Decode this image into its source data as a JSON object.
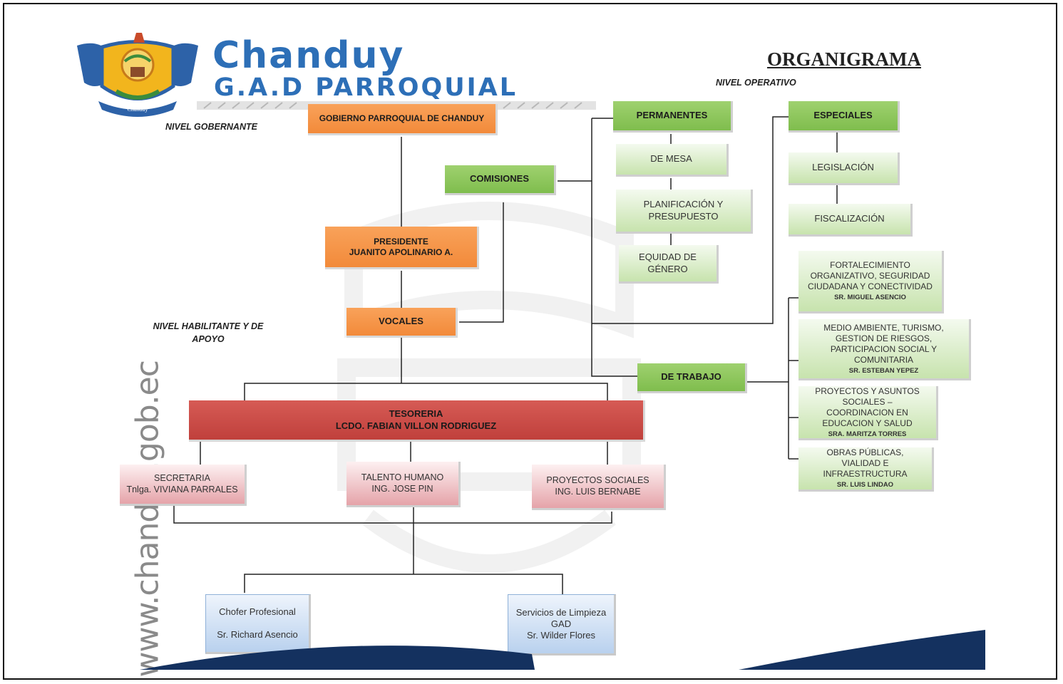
{
  "header": {
    "brand_line1": "Chanduy",
    "brand_line2": "G.A.D PARROQUIAL",
    "logo_ribbon": "Chanduy",
    "title": "ORGANIGRAMA"
  },
  "levels": {
    "gobernante": "NIVEL GOBERNANTE",
    "operativo": "NIVEL OPERATIVO",
    "habilitante": "NIVEL HABILITANTE Y DE APOYO"
  },
  "website": "www.chanduy.gob.ec",
  "nodes": {
    "gobierno": "GOBIERNO PARROQUIAL DE CHANDUY",
    "presidente_title": "PRESIDENTE",
    "presidente_name": "JUANITO APOLINARIO A.",
    "vocales": "VOCALES",
    "comisiones": "COMISIONES",
    "permanentes": "PERMANENTES",
    "especiales": "ESPECIALES",
    "de_mesa": "DE MESA",
    "planificacion": "PLANIFICACIÓN Y PRESUPUESTO",
    "equidad": "EQUIDAD DE GÉNERO",
    "legislacion": "LEGISLACIÓN",
    "fiscalizacion": "FISCALIZACIÓN",
    "de_trabajo": "DE TRABAJO",
    "comision_1": "FORTALECIMIENTO ORGANIZATIVO, SEGURIDAD CIUDADANA Y CONECTIVIDAD",
    "comision_1_who": "SR. MIGUEL ASENCIO",
    "comision_2": "MEDIO AMBIENTE, TURISMO, GESTION DE RIESGOS, PARTICIPACION SOCIAL Y COMUNITARIA",
    "comision_2_who": "SR. ESTEBAN YEPEZ",
    "comision_3": "PROYECTOS Y ASUNTOS SOCIALES – COORDINACION EN EDUCACION Y SALUD",
    "comision_3_who": "SRA. MARITZA TORRES",
    "comision_4": "OBRAS PÚBLICAS, VIALIDAD E INFRAESTRUCTURA",
    "comision_4_who": "SR. LUIS LINDAO",
    "tesoreria_title": "TESORERIA",
    "tesoreria_name": "LCDO. FABIAN VILLON RODRIGUEZ",
    "secretaria_title": "SECRETARIA",
    "secretaria_name": "Tnlga. VIVIANA PARRALES",
    "talento_title": "TALENTO HUMANO",
    "talento_name": "ING. JOSE PIN",
    "proyectos_title": "PROYECTOS SOCIALES",
    "proyectos_name": "ING. LUIS BERNABE",
    "chofer_title": "Chofer Profesional",
    "chofer_name": "Sr. Richard Asencio",
    "limpieza_title": "Servicios de Limpieza GAD",
    "limpieza_name": "Sr. Wilder Flores"
  }
}
